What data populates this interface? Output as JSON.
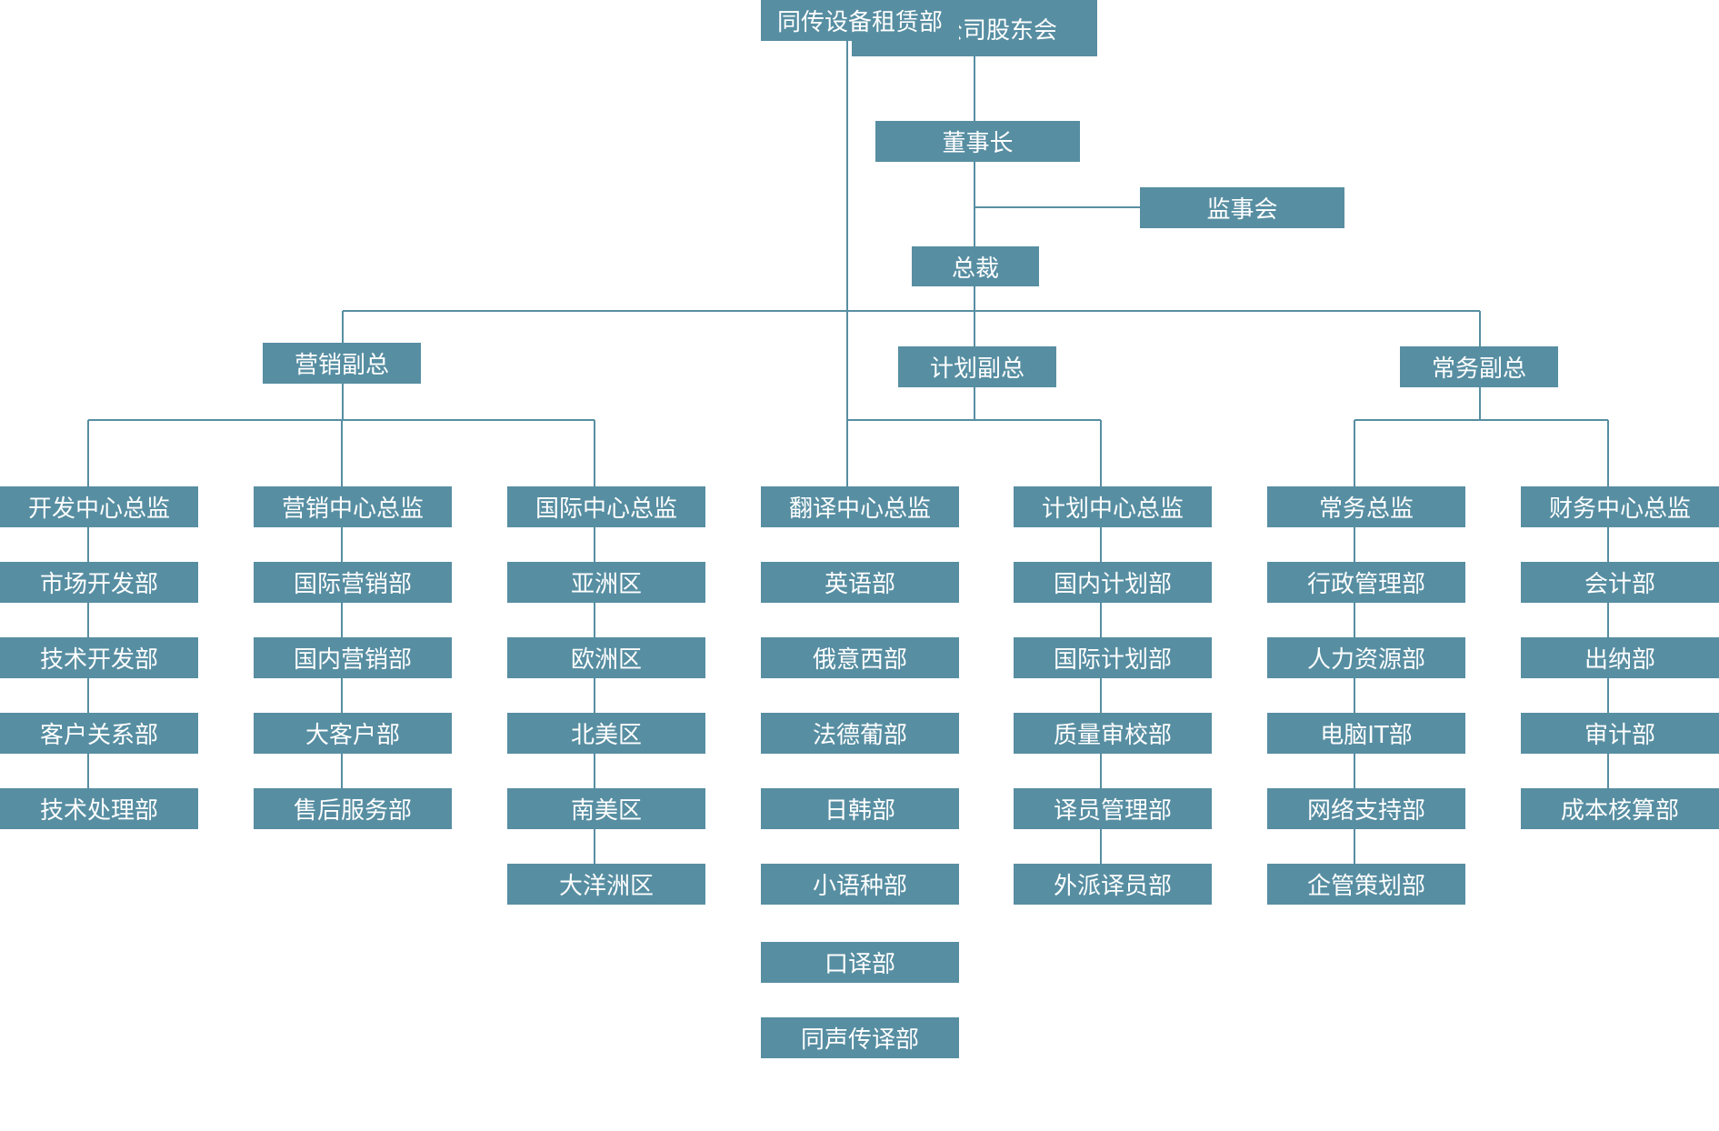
{
  "colors": {
    "box": "#578ea2",
    "line": "#578ea2",
    "text": "#ffffff"
  },
  "chart": {
    "top": {
      "shareholders": "集团公司股东会",
      "chairman": "董事长",
      "supervisory": "监事会",
      "president": "总裁"
    },
    "vps": {
      "marketing": "营销副总",
      "planning": "计划副总",
      "executive": "常务副总"
    },
    "directors": [
      {
        "title": "开发中心总监",
        "departments": [
          "市场开发部",
          "技术开发部",
          "客户关系部",
          "技术处理部"
        ]
      },
      {
        "title": "营销中心总监",
        "departments": [
          "国际营销部",
          "国内营销部",
          "大客户部",
          "售后服务部"
        ]
      },
      {
        "title": "国际中心总监",
        "departments": [
          "亚洲区",
          "欧洲区",
          "北美区",
          "南美区",
          "大洋洲区"
        ]
      },
      {
        "title": "翻译中心总监",
        "departments": [
          "英语部",
          "俄意西部",
          "法德葡部",
          "日韩部",
          "小语种部",
          "口译部",
          "同声传译部",
          "同传设备租赁部"
        ]
      },
      {
        "title": "计划中心总监",
        "departments": [
          "国内计划部",
          "国际计划部",
          "质量审校部",
          "译员管理部",
          "外派译员部"
        ]
      },
      {
        "title": "常务总监",
        "departments": [
          "行政管理部",
          "人力资源部",
          "电脑IT部",
          "网络支持部",
          "企管策划部"
        ]
      },
      {
        "title": "财务中心总监",
        "departments": [
          "会计部",
          "出纳部",
          "审计部",
          "成本核算部"
        ]
      }
    ]
  }
}
